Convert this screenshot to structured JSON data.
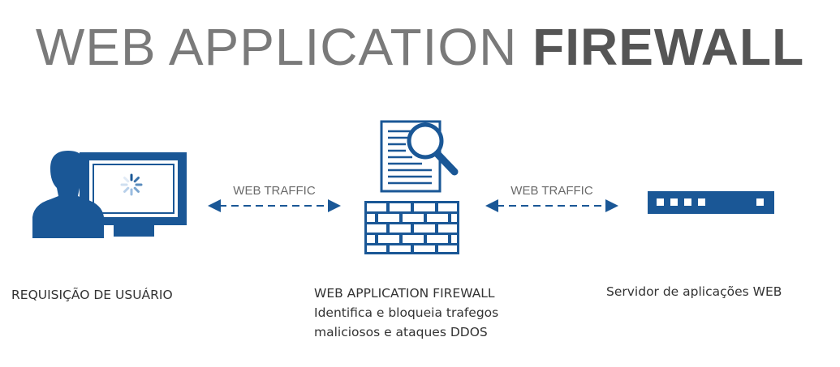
{
  "title": {
    "light": "WEB APPLICATION ",
    "bold": "FIREWALL"
  },
  "links": [
    {
      "label": "WEB TRAFFIC"
    },
    {
      "label": "WEB TRAFFIC"
    }
  ],
  "nodes": [
    {
      "lines": [
        "REQUISIÇÃO DE USUÁRIO"
      ]
    },
    {
      "lines": [
        "WEB APPLICATION FIREWALL",
        "Identifica e bloqueia trafegos",
        "maliciosos e ataques DDOS"
      ]
    },
    {
      "lines": [
        "Servidor de aplicações WEB"
      ]
    }
  ],
  "colors": {
    "primary": "#1a5796",
    "text": "#333333",
    "title_light": "#7a7a7a",
    "title_bold": "#555555"
  },
  "icons": [
    "user-at-computer-icon",
    "firewall-document-search-icon",
    "web-server-icon"
  ]
}
